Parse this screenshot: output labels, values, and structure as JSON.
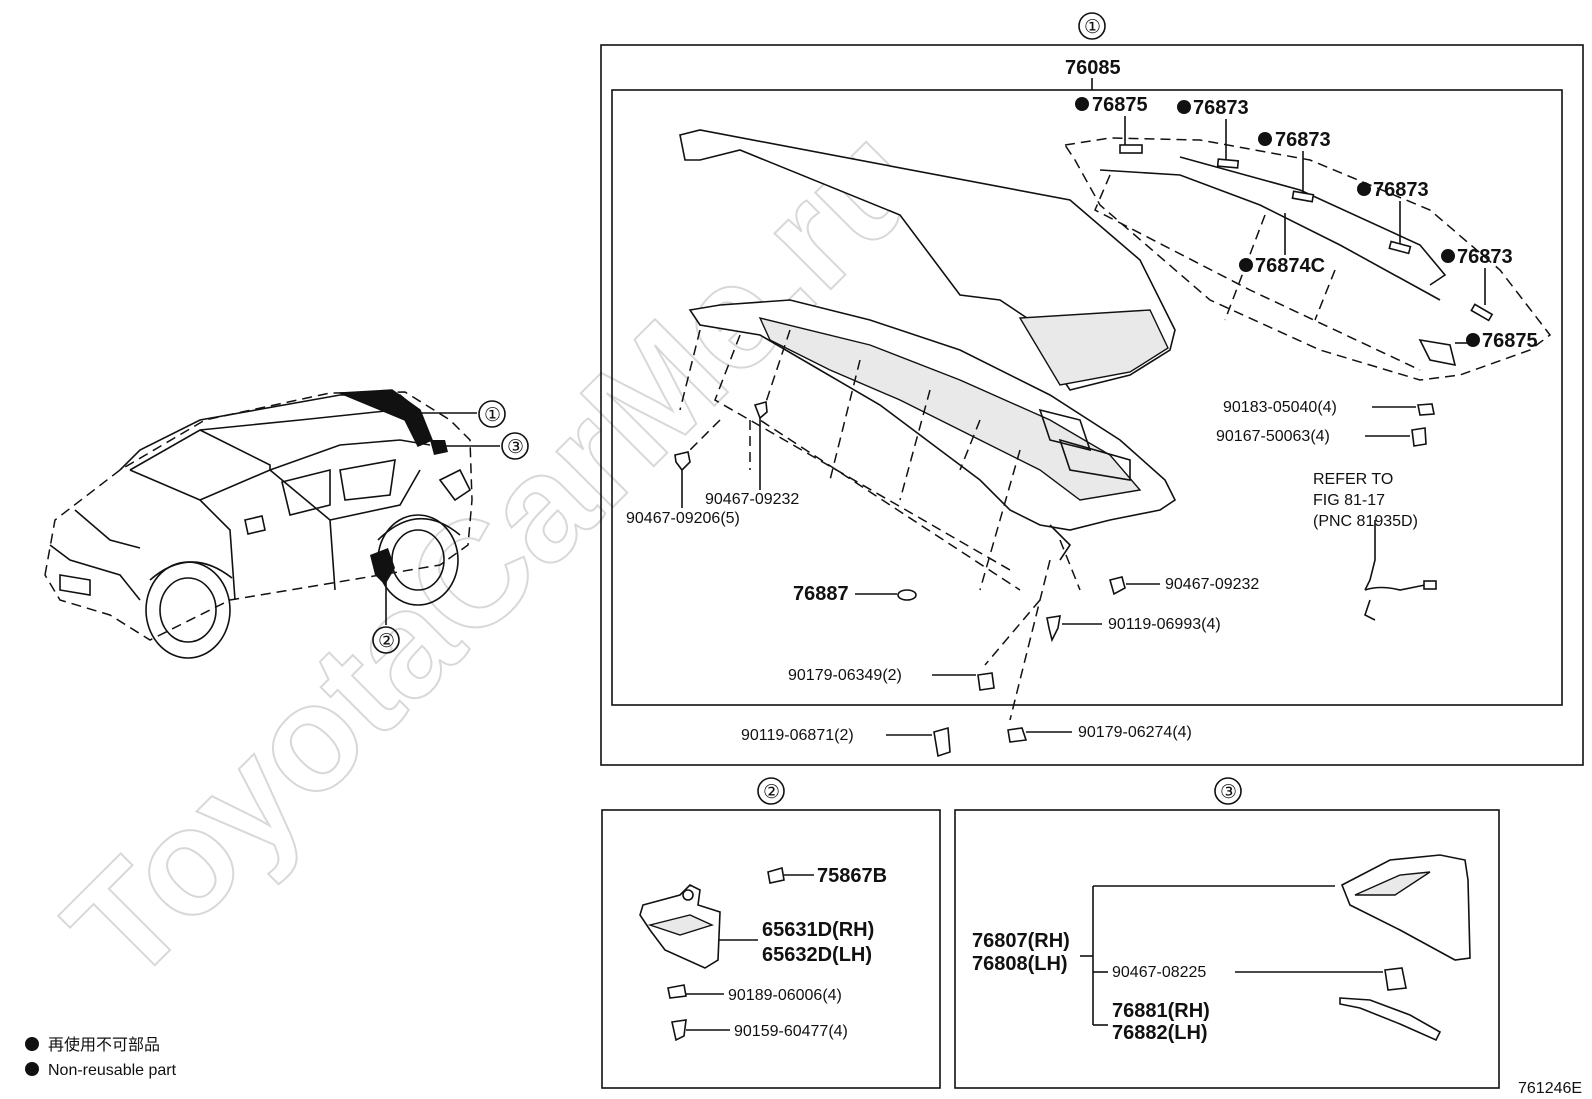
{
  "watermark": "ToyotaCarMe.ru",
  "figure_code": "761246E",
  "legend": {
    "jp": "再使用不可部品",
    "en": "Non-reusable part"
  },
  "callouts": {
    "c1": "①",
    "c2": "②",
    "c3": "③"
  },
  "panel1": {
    "assembly": "76085",
    "parts": {
      "p76875a": "76875",
      "p76873a": "76873",
      "p76873b": "76873",
      "p76873c": "76873",
      "p76873d": "76873",
      "p76874c": "76874C",
      "p76875b": "76875",
      "p90183": "90183-05040(4)",
      "p90167": "90167-50063(4)",
      "p90467a": "90467-09232",
      "p90467b": "90467-09206(5)",
      "p76887": "76887",
      "p90467c": "90467-09232",
      "p90119a": "90119-06993(4)",
      "p90179a": "90179-06349(2)",
      "p90119b": "90119-06871(2)",
      "p90179b": "90179-06274(4)"
    },
    "refer": {
      "line1": "REFER TO",
      "line2": "FIG 81-17",
      "line3": "(PNC 81935D)"
    }
  },
  "panel2": {
    "p75867b": "75867B",
    "p65631d": "65631D(RH)",
    "p65632d": "65632D(LH)",
    "p90189": "90189-06006(4)",
    "p90159": "90159-60477(4)"
  },
  "panel3": {
    "p76807": "76807(RH)",
    "p76808": "76808(LH)",
    "p90467": "90467-08225",
    "p76881": "76881(RH)",
    "p76882": "76882(LH)"
  }
}
